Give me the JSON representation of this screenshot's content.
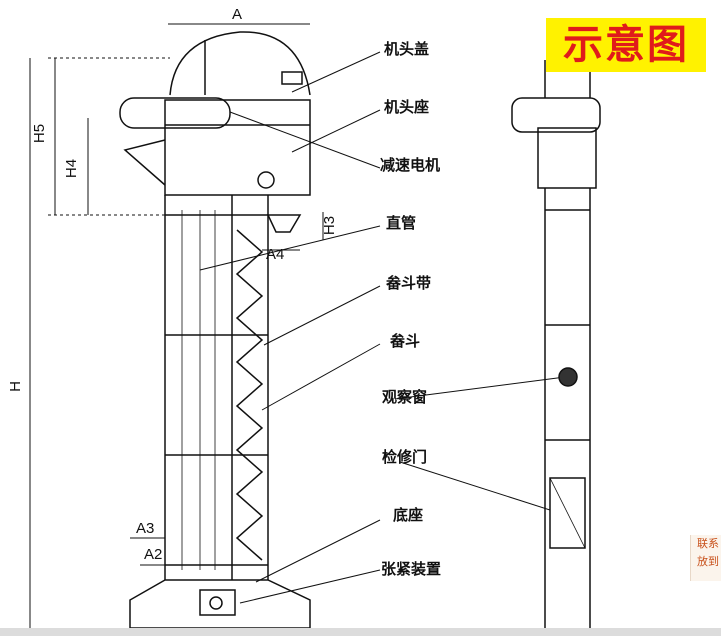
{
  "title": "示意图",
  "title_colors": {
    "background": "#fff200",
    "text": "#e01b1b"
  },
  "callouts": [
    {
      "id": "head-cover",
      "label": "机头盖"
    },
    {
      "id": "head-base",
      "label": "机头座"
    },
    {
      "id": "reducer-motor",
      "label": "减速电机"
    },
    {
      "id": "straight-pipe",
      "label": "直管"
    },
    {
      "id": "bucket-belt",
      "label": "畚斗带"
    },
    {
      "id": "bucket",
      "label": "畚斗"
    },
    {
      "id": "view-window",
      "label": "观察窗"
    },
    {
      "id": "access-door",
      "label": "检修门"
    },
    {
      "id": "base",
      "label": "底座"
    },
    {
      "id": "tensioner",
      "label": "张紧装置"
    }
  ],
  "dimensions": {
    "A": "A",
    "H": "H",
    "H3": "H3",
    "H4": "H4",
    "H5": "H5",
    "A2": "A2",
    "A3": "A3",
    "A4": "A4"
  },
  "side_note": {
    "line1": "联系",
    "line2": "放到"
  }
}
